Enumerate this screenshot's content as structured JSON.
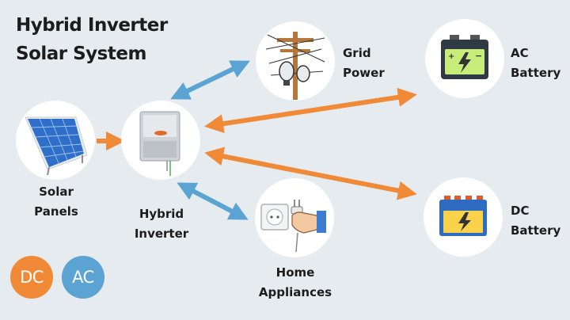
{
  "title": {
    "line1": "Hybrid Inverter",
    "line2": "Solar System"
  },
  "nodes": {
    "solar_panels": {
      "line1": "Solar",
      "line2": "Panels",
      "icon": "solar-panel-icon"
    },
    "hybrid_inverter": {
      "line1": "Hybrid",
      "line2": "Inverter",
      "icon": "inverter-icon"
    },
    "grid_power": {
      "line1": "Grid",
      "line2": "Power",
      "icon": "power-pole-icon"
    },
    "home_appliances": {
      "line1": "Home",
      "line2": "Appliances",
      "icon": "plug-socket-icon"
    },
    "ac_battery": {
      "line1": "AC",
      "line2": "Battery",
      "icon": "battery-icon"
    },
    "dc_battery": {
      "line1": "DC",
      "line2": "Battery",
      "icon": "battery-icon"
    }
  },
  "legend": {
    "dc": {
      "label": "DC",
      "color": "#f08a36"
    },
    "ac": {
      "label": "AC",
      "color": "#5ba3d2"
    }
  },
  "colors": {
    "dc": "#f08a36",
    "ac": "#5ba3d2",
    "background": "#e6ebf0"
  }
}
